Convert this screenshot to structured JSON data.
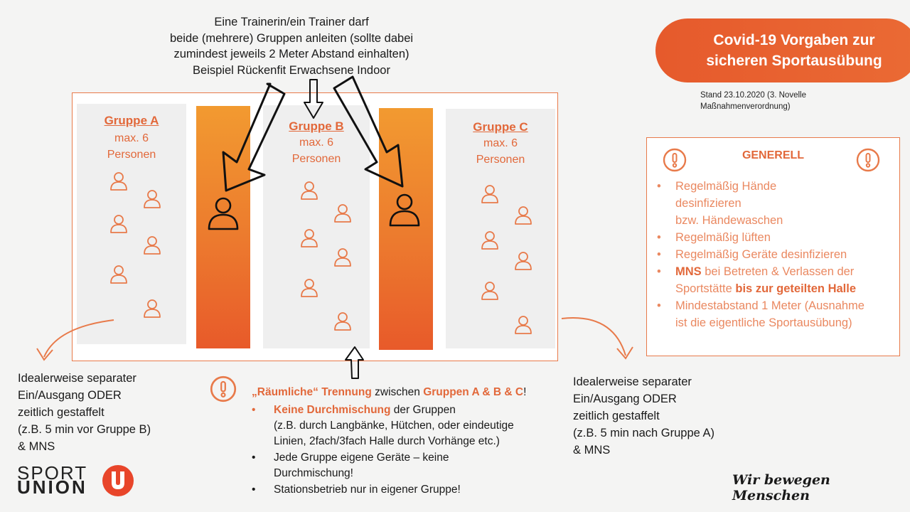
{
  "trainer_note": {
    "line1": "Eine Trainerin/ein Trainer darf",
    "line2": "beide (mehrere) Gruppen anleiten (sollte dabei",
    "line3": "zumindest jeweils 2 Meter Abstand einhalten)",
    "line4": "Beispiel Rückenfit Erwachsene Indoor"
  },
  "title": {
    "line1": "Covid-19 Vorgaben zur",
    "line2": "sicheren Sportausübung"
  },
  "stand": {
    "line1": "Stand 23.10.2020 (3. Novelle",
    "line2": "Maßnahmenverordnung)"
  },
  "groups": [
    {
      "title": "Gruppe A",
      "sub1": "max. 6",
      "sub2": "Personen"
    },
    {
      "title": "Gruppe B",
      "sub1": "max. 6",
      "sub2": "Personen"
    },
    {
      "title": "Gruppe C",
      "sub1": "max. 6",
      "sub2": "Personen"
    }
  ],
  "generell": {
    "title": "GENERELL",
    "items": [
      {
        "l1": "Regelmäßig Hände",
        "l2": "desinfizieren",
        "l3": "bzw. Händewaschen"
      },
      {
        "text": "Regelmäßig lüften"
      },
      {
        "text": "Regelmäßig Geräte desinfizieren"
      },
      {
        "bold1": "MNS",
        "rest1": " bei Betreten & Verlassen der",
        "rest2": "Sportstätte ",
        "bold2": "bis zur geteilten Halle"
      },
      {
        "l1": "Mindestabstand 1 Meter (Ausnahme",
        "l2": "ist die eigentliche Sportausübung)"
      }
    ]
  },
  "note_left": {
    "l1": "Idealerweise separater",
    "l2": "Ein/Ausgang ODER",
    "l3": "zeitlich gestaffelt",
    "l4": "(z.B. 5 min vor Gruppe B)",
    "l5": "& MNS"
  },
  "note_right": {
    "l1": "Idealerweise separater",
    "l2": "Ein/Ausgang  ODER",
    "l3": "zeitlich gestaffelt",
    "l4": "(z.B. 5 min nach Gruppe A)",
    "l5": "& MNS"
  },
  "separation": {
    "title_a": "„Räumliche“ Trennung",
    "title_b": " zwischen ",
    "title_c": "Gruppen A & B & C",
    "title_d": "!",
    "item1_bold": "Keine Durchmischung",
    "item1_rest": " der Gruppen",
    "item1_l2": "(z.B. durch Langbänke, Hütchen, oder eindeutige",
    "item1_l3": "Linien, 2fach/3fach Halle durch Vorhänge etc.)",
    "item2_l1": "Jede Gruppe eigene Geräte – keine",
    "item2_l2": "Durchmischung!",
    "item3": "Stationsbetrieb nur in eigener Gruppe!"
  },
  "logo": {
    "sport": "SPORT",
    "union": "UNION"
  },
  "slogan": "Wir bewegen Menschen",
  "colors": {
    "accent": "#e2683a",
    "bar": "#ec7a2e",
    "light": "#ea8860"
  }
}
